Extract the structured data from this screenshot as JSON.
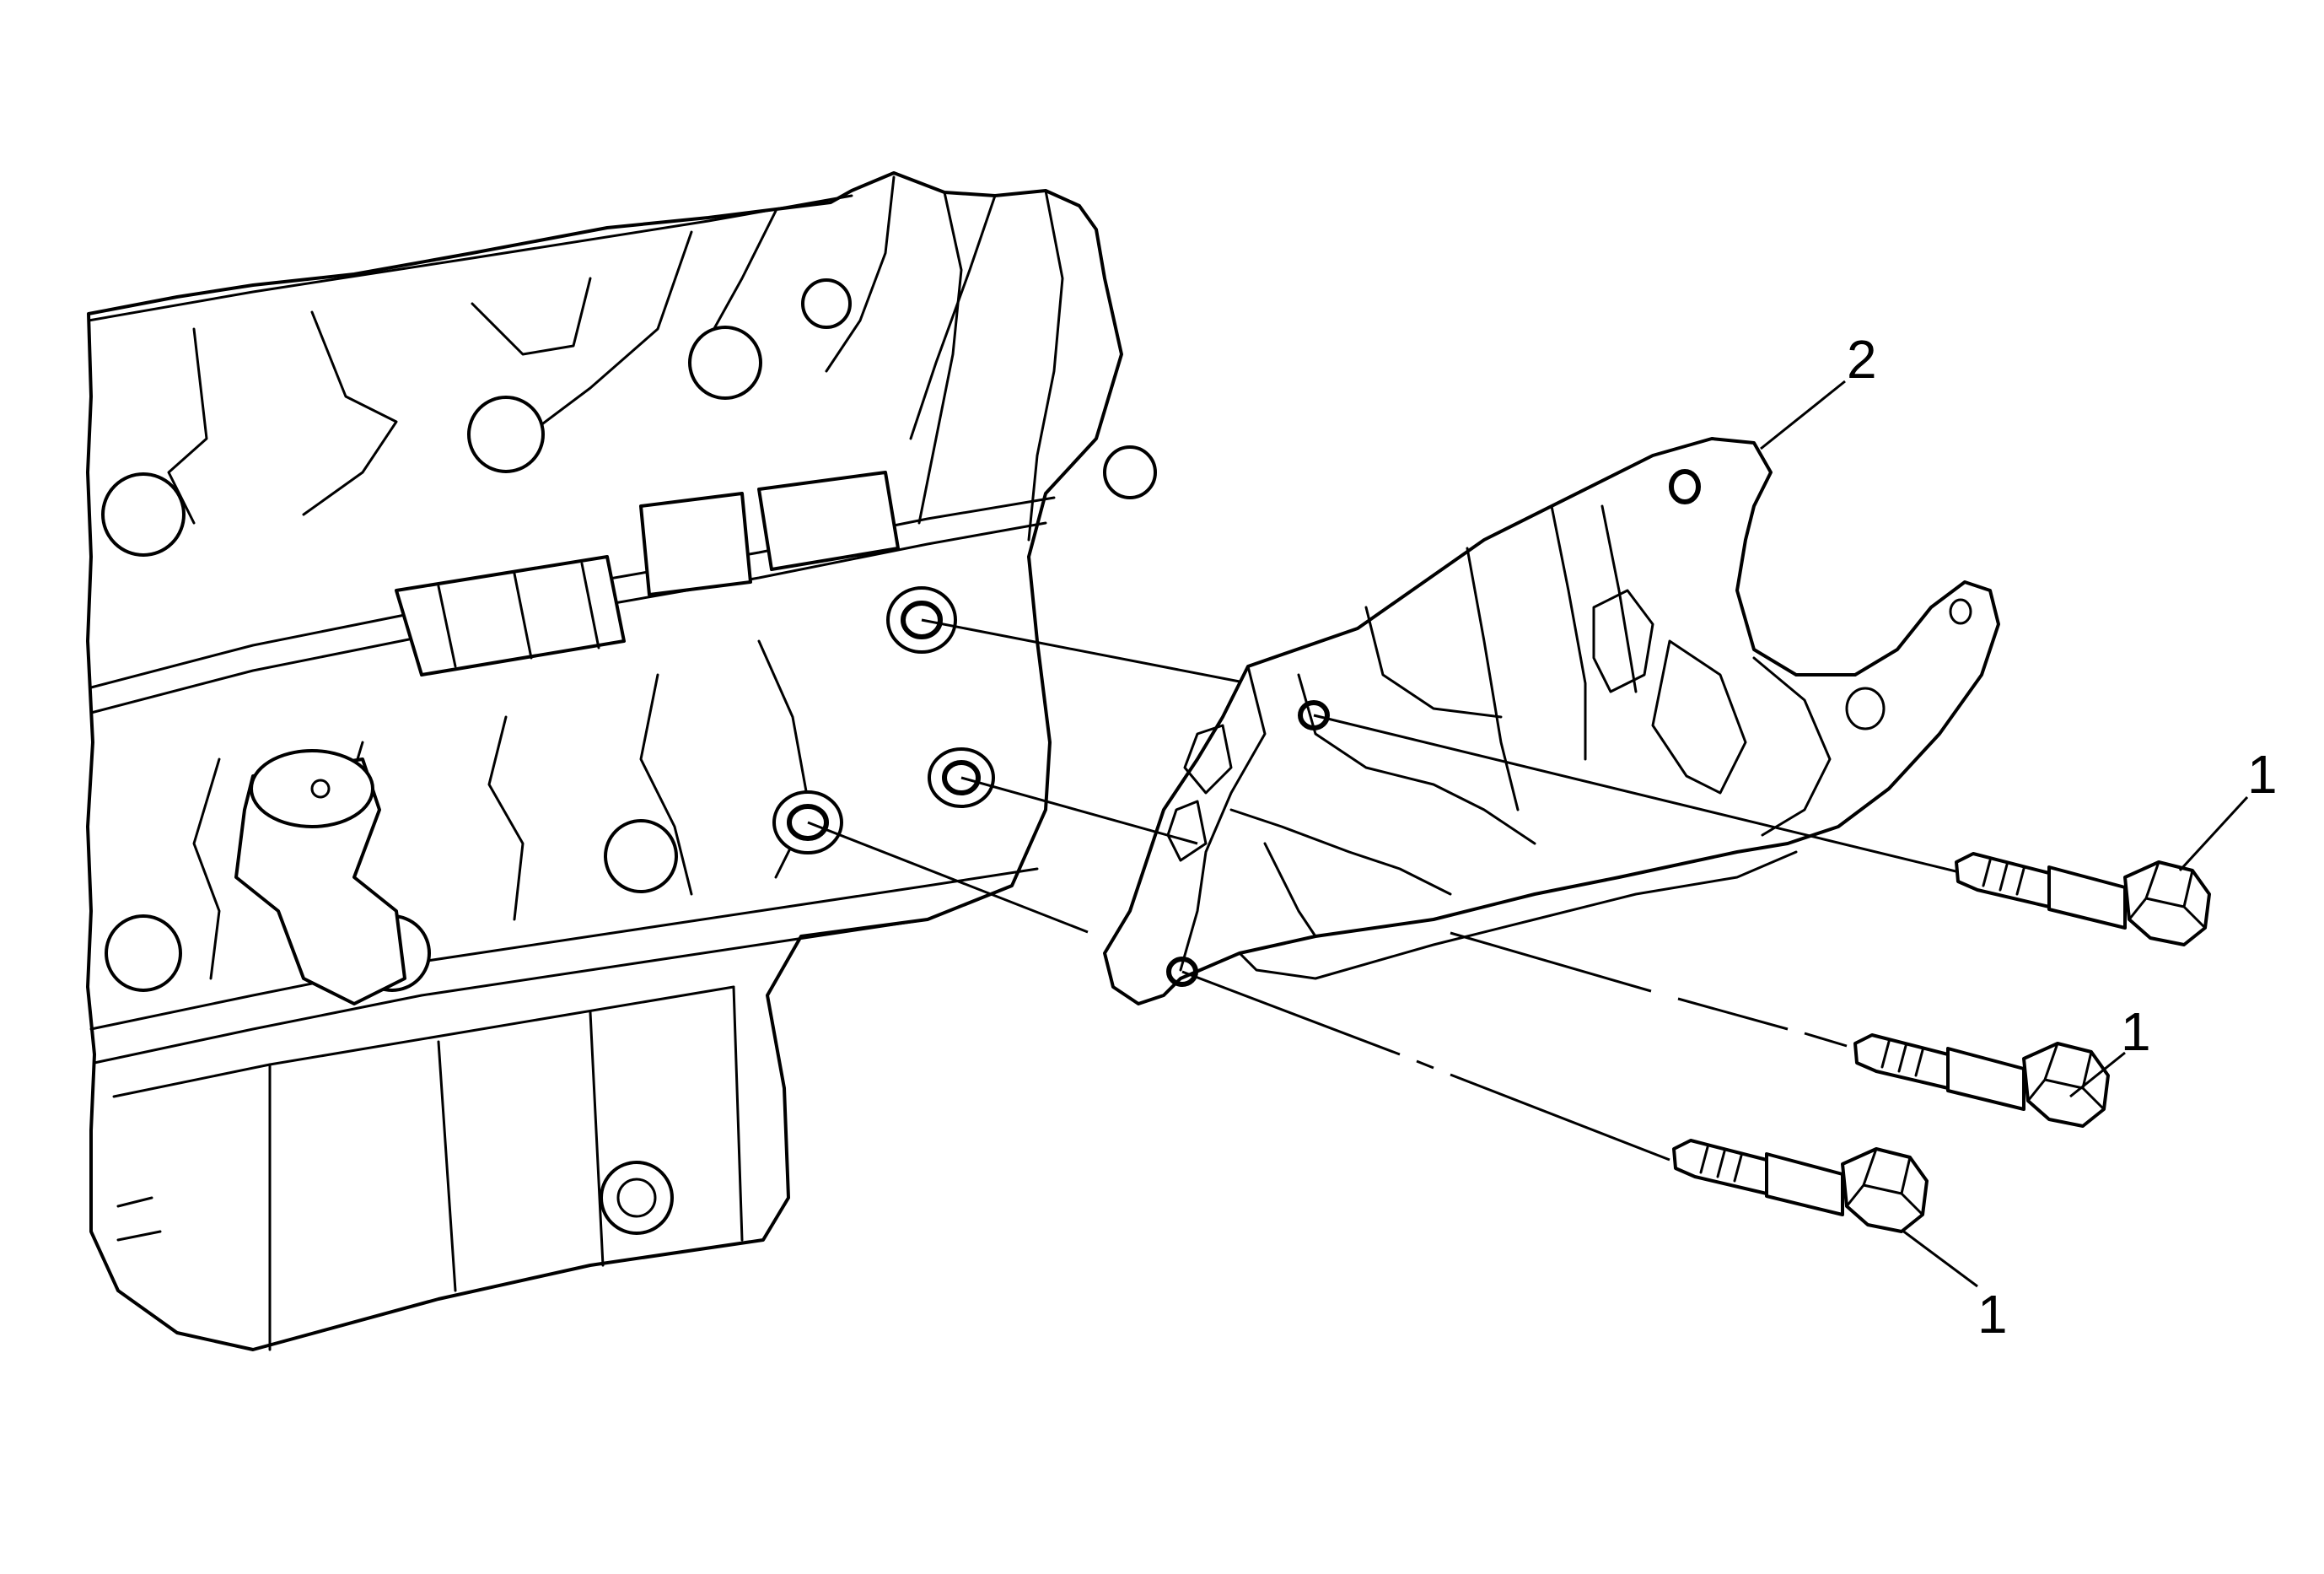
{
  "callouts": {
    "bracket": "2",
    "bolt_top": "1",
    "bolt_middle": "1",
    "bolt_bottom": "1"
  },
  "colors": {
    "line": "#000000",
    "background": "#ffffff"
  }
}
